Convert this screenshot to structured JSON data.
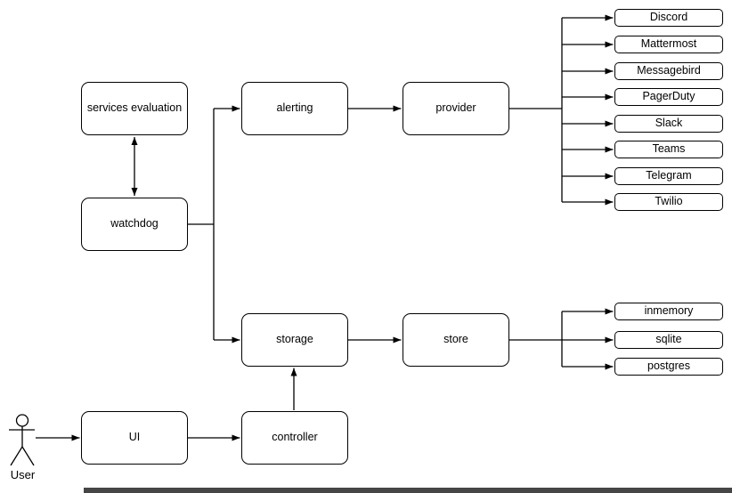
{
  "nodes": {
    "services_evaluation": "services evaluation",
    "watchdog": "watchdog",
    "alerting": "alerting",
    "provider": "provider",
    "storage": "storage",
    "store": "store",
    "ui": "UI",
    "controller": "controller"
  },
  "actor": {
    "label": "User"
  },
  "provider_options": [
    "Discord",
    "Mattermost",
    "Messagebird",
    "PagerDuty",
    "Slack",
    "Teams",
    "Telegram",
    "Twilio"
  ],
  "store_options": [
    "inmemory",
    "sqlite",
    "postgres"
  ],
  "colors": {
    "stroke": "#000000",
    "node-fill": "#ffffff",
    "canvas": "#ffffff",
    "taskbar": "#464646"
  }
}
